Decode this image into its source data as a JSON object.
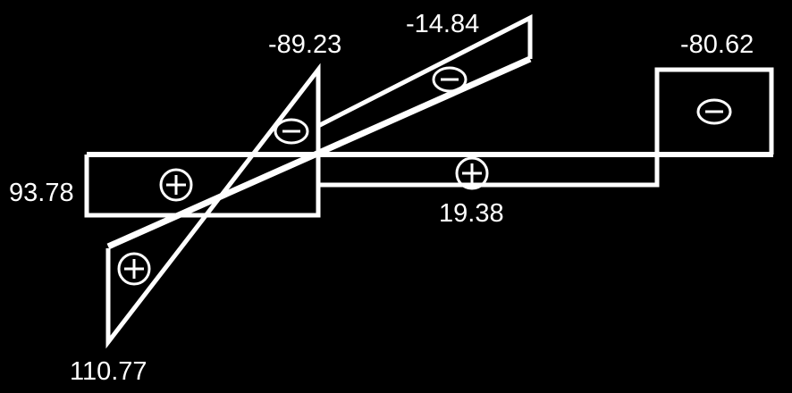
{
  "diagram": {
    "background": "#000000",
    "stroke_color": "#ffffff",
    "value_labels": {
      "left_rect": "93.78",
      "triangle_top": "-89.23",
      "slanted_band_top": "-14.84",
      "right_box": "-80.62",
      "middle_rect": "19.38",
      "triangle_bottom": "110.77"
    },
    "sign_markers": [
      {
        "id": "left-rect",
        "sign": "plus"
      },
      {
        "id": "middle-rect",
        "sign": "plus"
      },
      {
        "id": "lower-triangle",
        "sign": "plus"
      },
      {
        "id": "upper-triangle",
        "sign": "minus"
      },
      {
        "id": "slanted-band",
        "sign": "minus"
      },
      {
        "id": "right-box",
        "sign": "minus"
      }
    ]
  }
}
